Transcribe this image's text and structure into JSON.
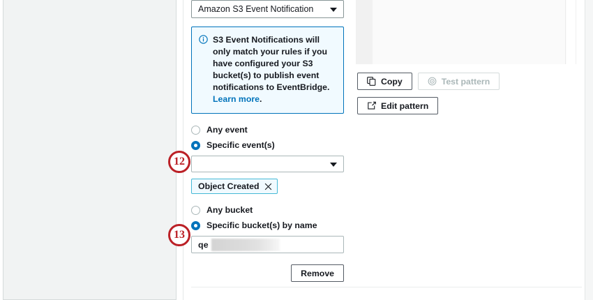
{
  "left_panel": {
    "name": "preview-placeholder-panel"
  },
  "form": {
    "event_source_select": {
      "value": "Amazon S3 Event Notification",
      "icon": "chevron-down-icon"
    },
    "alert": {
      "icon": "info-circle-icon",
      "text": "S3 Event Notifications will only match your rules if you have configured your S3 bucket(s) to publish event notifications to EventBridge. ",
      "link_label": "Learn more",
      "link_suffix": "."
    },
    "event_radios": {
      "options": [
        {
          "label": "Any event",
          "selected": false
        },
        {
          "label": "Specific event(s)",
          "selected": true
        }
      ]
    },
    "event_multiselect": {
      "value": "",
      "placeholder": "",
      "icon": "chevron-down-icon"
    },
    "event_tokens": [
      {
        "label": "Object Created",
        "dismiss_icon": "close-icon"
      }
    ],
    "bucket_radios": {
      "options": [
        {
          "label": "Any bucket",
          "selected": false
        },
        {
          "label": "Specific bucket(s) by name",
          "selected": true
        }
      ]
    },
    "bucket_input": {
      "value": "qe",
      "redacted": true
    },
    "remove_button": {
      "label": "Remove"
    }
  },
  "pattern_panel": {
    "buttons": [
      {
        "label": "Copy",
        "icon": "copy-icon",
        "disabled": false
      },
      {
        "label": "Test pattern",
        "icon": "target-icon",
        "disabled": true
      },
      {
        "label": "Edit pattern",
        "icon": "edit-square-icon",
        "disabled": false
      }
    ]
  },
  "callouts": [
    {
      "number": "12",
      "color": "#bb2026"
    },
    {
      "number": "13",
      "color": "#bb2026"
    }
  ]
}
